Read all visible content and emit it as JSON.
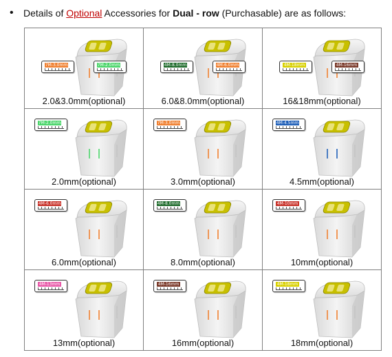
{
  "header": {
    "bullet": "•",
    "prefix": "Details of ",
    "optional_word": "Optional",
    "middle": " Accessories for ",
    "bold": "Dual - row",
    "suffix": " (Purchasable) are as follows:"
  },
  "colors": {
    "orange": "#f08030",
    "green": "#4bd56a",
    "dark_green": "#1f6b2c",
    "yellow": "#d8d000",
    "brown": "#7a3a2a",
    "blue": "#1f5fb8",
    "red": "#c8322a",
    "pink": "#e85aa8",
    "window_yellow": "#c8c000"
  },
  "cells": [
    {
      "caption": "2.0&3.0mm(optional)",
      "labels": [
        {
          "text": "7M-3.0mm",
          "color": "#f08030"
        },
        {
          "text": "7M-2.0mm",
          "color": "#4bd56a"
        }
      ],
      "line_color": "#f08030"
    },
    {
      "caption": "6.0&8.0mm(optional)",
      "labels": [
        {
          "text": "4M-8.0mm",
          "color": "#1f6b2c"
        },
        {
          "text": "4M-6.0mm",
          "color": "#f08030"
        }
      ],
      "line_color": "#f08030"
    },
    {
      "caption": "16&18mm(optional)",
      "labels": [
        {
          "text": "4M-18mm",
          "color": "#d8d000"
        },
        {
          "text": "4M-16mm",
          "color": "#7a3a2a"
        }
      ],
      "line_color": "#f08030"
    },
    {
      "caption": "2.0mm(optional)",
      "labels": [
        {
          "text": "7M-2.0mm",
          "color": "#4bd56a"
        }
      ],
      "line_color": "#4bd56a"
    },
    {
      "caption": "3.0mm(optional)",
      "labels": [
        {
          "text": "7M-3.0mm",
          "color": "#f08030"
        }
      ],
      "line_color": "#f08030"
    },
    {
      "caption": "4.5mm(optional)",
      "labels": [
        {
          "text": "4M-4.5mm",
          "color": "#1f5fb8"
        }
      ],
      "line_color": "#1f5fb8"
    },
    {
      "caption": "6.0mm(optional)",
      "labels": [
        {
          "text": "4M-6.0mm",
          "color": "#c8322a"
        }
      ],
      "line_color": "#f08030"
    },
    {
      "caption": "8.0mm(optional)",
      "labels": [
        {
          "text": "4M-8.0mm",
          "color": "#1f6b2c"
        }
      ],
      "line_color": "#f08030"
    },
    {
      "caption": "10mm(optional)",
      "labels": [
        {
          "text": "4M-10mm",
          "color": "#c8322a"
        }
      ],
      "line_color": "#f08030"
    },
    {
      "caption": "13mm(optional)",
      "labels": [
        {
          "text": "4M-13mm",
          "color": "#e85aa8"
        }
      ],
      "line_color": "#f08030"
    },
    {
      "caption": "16mm(optional)",
      "labels": [
        {
          "text": "4M-16mm",
          "color": "#7a3a2a"
        }
      ],
      "line_color": "#f08030"
    },
    {
      "caption": "18mm(optional)",
      "labels": [
        {
          "text": "4M-18mm",
          "color": "#d8d000"
        }
      ],
      "line_color": "#f08030"
    }
  ]
}
